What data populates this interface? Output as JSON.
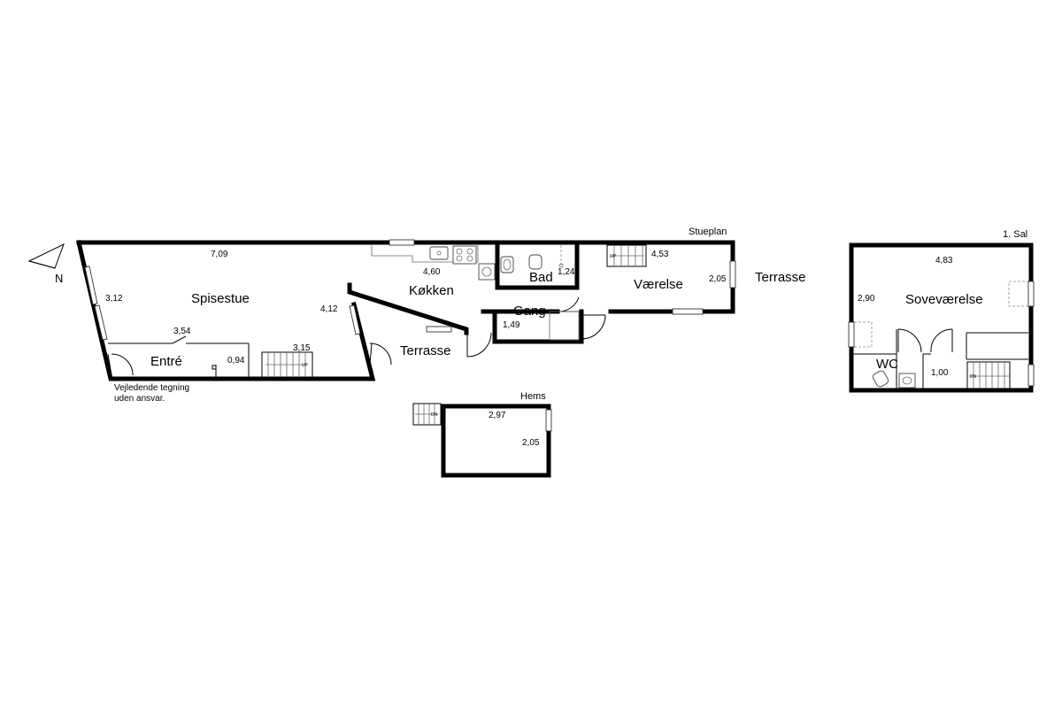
{
  "floors": {
    "ground": "Stueplan",
    "first": "1. Sal",
    "loft": "Hems"
  },
  "compass": {
    "north": "N"
  },
  "rooms": {
    "spisestue": "Spisestue",
    "entre": "Entré",
    "kokken": "Køkken",
    "bad": "Bad",
    "gang": "Gang",
    "vaerelse": "Værelse",
    "terrasse_center": "Terrasse",
    "terrasse_right": "Terrasse",
    "sovevaerelse": "Soveværelse",
    "wc": "WC"
  },
  "dimensions": {
    "d709": "7,09",
    "d312": "3,12",
    "d354": "3,54",
    "d094": "0,94",
    "d315": "3,15",
    "d412": "4,12",
    "d460": "4,60",
    "d124": "1,24",
    "d149": "1,49",
    "d453": "4,53",
    "d205": "2,05",
    "d483": "4,83",
    "d290": "2,90",
    "d100": "1,00",
    "hems_297": "2,97",
    "hems_205": "2,05"
  },
  "stairs": {
    "up_ground_left": "UP",
    "up_vaerelse": "UP",
    "dn_hems": "DN",
    "dn_first": "DN"
  },
  "disclaimer": {
    "line1": "Vejledende tegning",
    "line2": "uden ansvar."
  }
}
